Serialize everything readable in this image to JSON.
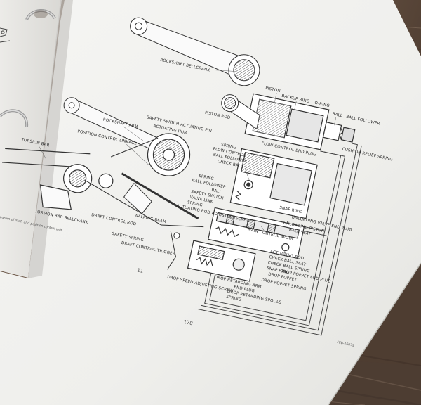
{
  "manual": {
    "page_number": "178",
    "figure_number": "FEB-16079",
    "figure_ref": "11",
    "caption": "...matic diagram of draft and position control unit."
  },
  "labels": [
    {
      "key": "rockshaft_bellcrank",
      "text": "ROCKSHAFT BELLCRANK"
    },
    {
      "key": "piston",
      "text": "PISTON"
    },
    {
      "key": "backup_ring",
      "text": "BACKUP RING"
    },
    {
      "key": "o_ring",
      "text": "O-RING"
    },
    {
      "key": "ball",
      "text": "BALL"
    },
    {
      "key": "ball_follower_top",
      "text": "BALL FOLLOWER"
    },
    {
      "key": "piston_rod",
      "text": "PISTON ROD"
    },
    {
      "key": "flow_control_end_plug",
      "text": "FLOW CONTROL END PLUG"
    },
    {
      "key": "cushion_relief_spring",
      "text": "CUSHION RELIEF SPRING"
    },
    {
      "key": "safety_switch_actuating_pin",
      "text": "SAFETY SWITCH ACTUATING PIN"
    },
    {
      "key": "actuating_hub",
      "text": "ACTUATING HUB"
    },
    {
      "key": "rockshaft_arm",
      "text": "ROCKSHAFT ARM"
    },
    {
      "key": "spring_a",
      "text": "SPRING"
    },
    {
      "key": "flow_control",
      "text": "FLOW CONTROL"
    },
    {
      "key": "ball_follower_mid",
      "text": "BALL FOLLOWER"
    },
    {
      "key": "check_ball",
      "text": "CHECK BALL"
    },
    {
      "key": "position_control_linkage",
      "text": "POSITION CONTROL LINKAGE"
    },
    {
      "key": "spring_b",
      "text": "SPRING"
    },
    {
      "key": "ball_follower_low",
      "text": "BALL FOLLOWER"
    },
    {
      "key": "ball_mid",
      "text": "BALL"
    },
    {
      "key": "safety_switch",
      "text": "SAFETY SWITCH"
    },
    {
      "key": "valve_link",
      "text": "VALVE LINK"
    },
    {
      "key": "snap_ring",
      "text": "SNAP RING"
    },
    {
      "key": "unloading_valve_end_plug",
      "text": "UNLOADING VALVE END PLUG"
    },
    {
      "key": "torsion_bar",
      "text": "TORSION BAR"
    },
    {
      "key": "spring_c",
      "text": "SPRING"
    },
    {
      "key": "actuating_rod_adjusting_screw",
      "text": "ACTUATING ROD ADJUSTING SCREW"
    },
    {
      "key": "unloading_piston",
      "text": "UNLOADING PISTON"
    },
    {
      "key": "ball_seat",
      "text": "BALL SEAT"
    },
    {
      "key": "main_control_spool",
      "text": "MAIN CONTROL SPOOL"
    },
    {
      "key": "walking_beam",
      "text": "WALKING BEAM"
    },
    {
      "key": "draft_control_rod",
      "text": "DRAFT CONTROL ROD"
    },
    {
      "key": "torsion_bar_bellcrank",
      "text": "TORSION BAR BELLCRANK"
    },
    {
      "key": "actuating_rod",
      "text": "ACTUATING ROD"
    },
    {
      "key": "check_ball_seat",
      "text": "CHECK BALL SEAT"
    },
    {
      "key": "check_ball_spring",
      "text": "CHECK BALL SPRING"
    },
    {
      "key": "drop_poppet_end_plug",
      "text": "DROP POPPET END PLUG"
    },
    {
      "key": "snap_ring_2",
      "text": "SNAP RING"
    },
    {
      "key": "drop_poppet",
      "text": "DROP POPPET"
    },
    {
      "key": "safety_spring",
      "text": "SAFETY SPRING"
    },
    {
      "key": "draft_control_trigger",
      "text": "DRAFT CONTROL TRIGGER"
    },
    {
      "key": "drop_poppet_spring",
      "text": "DROP POPPET SPRING"
    },
    {
      "key": "drop_retarding_arm",
      "text": "DROP RETARDING ARM"
    },
    {
      "key": "end_plug",
      "text": "END PLUG"
    },
    {
      "key": "drop_retarding_spools",
      "text": "DROP RETARDING SPOOLS"
    },
    {
      "key": "spring_d",
      "text": "SPRING"
    },
    {
      "key": "drop_speed_adjusting_screw",
      "text": "DROP SPEED ADJUSTING SCREW"
    }
  ]
}
